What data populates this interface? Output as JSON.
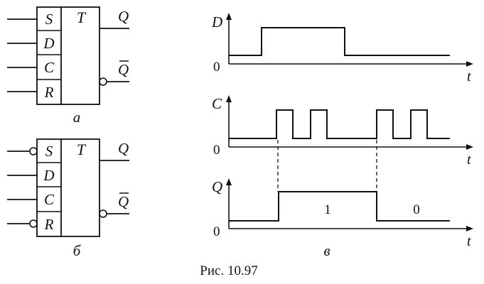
{
  "diagram_a": {
    "title": "T",
    "inputs": [
      "S",
      "D",
      "C",
      "R"
    ],
    "output_q": "Q",
    "output_qbar": "Q",
    "caption": "а"
  },
  "diagram_b": {
    "title": "T",
    "inputs": [
      "S",
      "D",
      "C",
      "R"
    ],
    "output_q": "Q",
    "output_qbar": "Q",
    "caption": "б"
  },
  "timing": {
    "caption": "в",
    "signals": [
      {
        "name": "D",
        "zero_label": "0",
        "time_label": "t"
      },
      {
        "name": "C",
        "zero_label": "0",
        "time_label": "t"
      },
      {
        "name": "Q",
        "zero_label": "0",
        "time_label": "t",
        "state_labels": [
          "1",
          "0"
        ]
      }
    ]
  },
  "figure_caption": "Рис. 10.97"
}
